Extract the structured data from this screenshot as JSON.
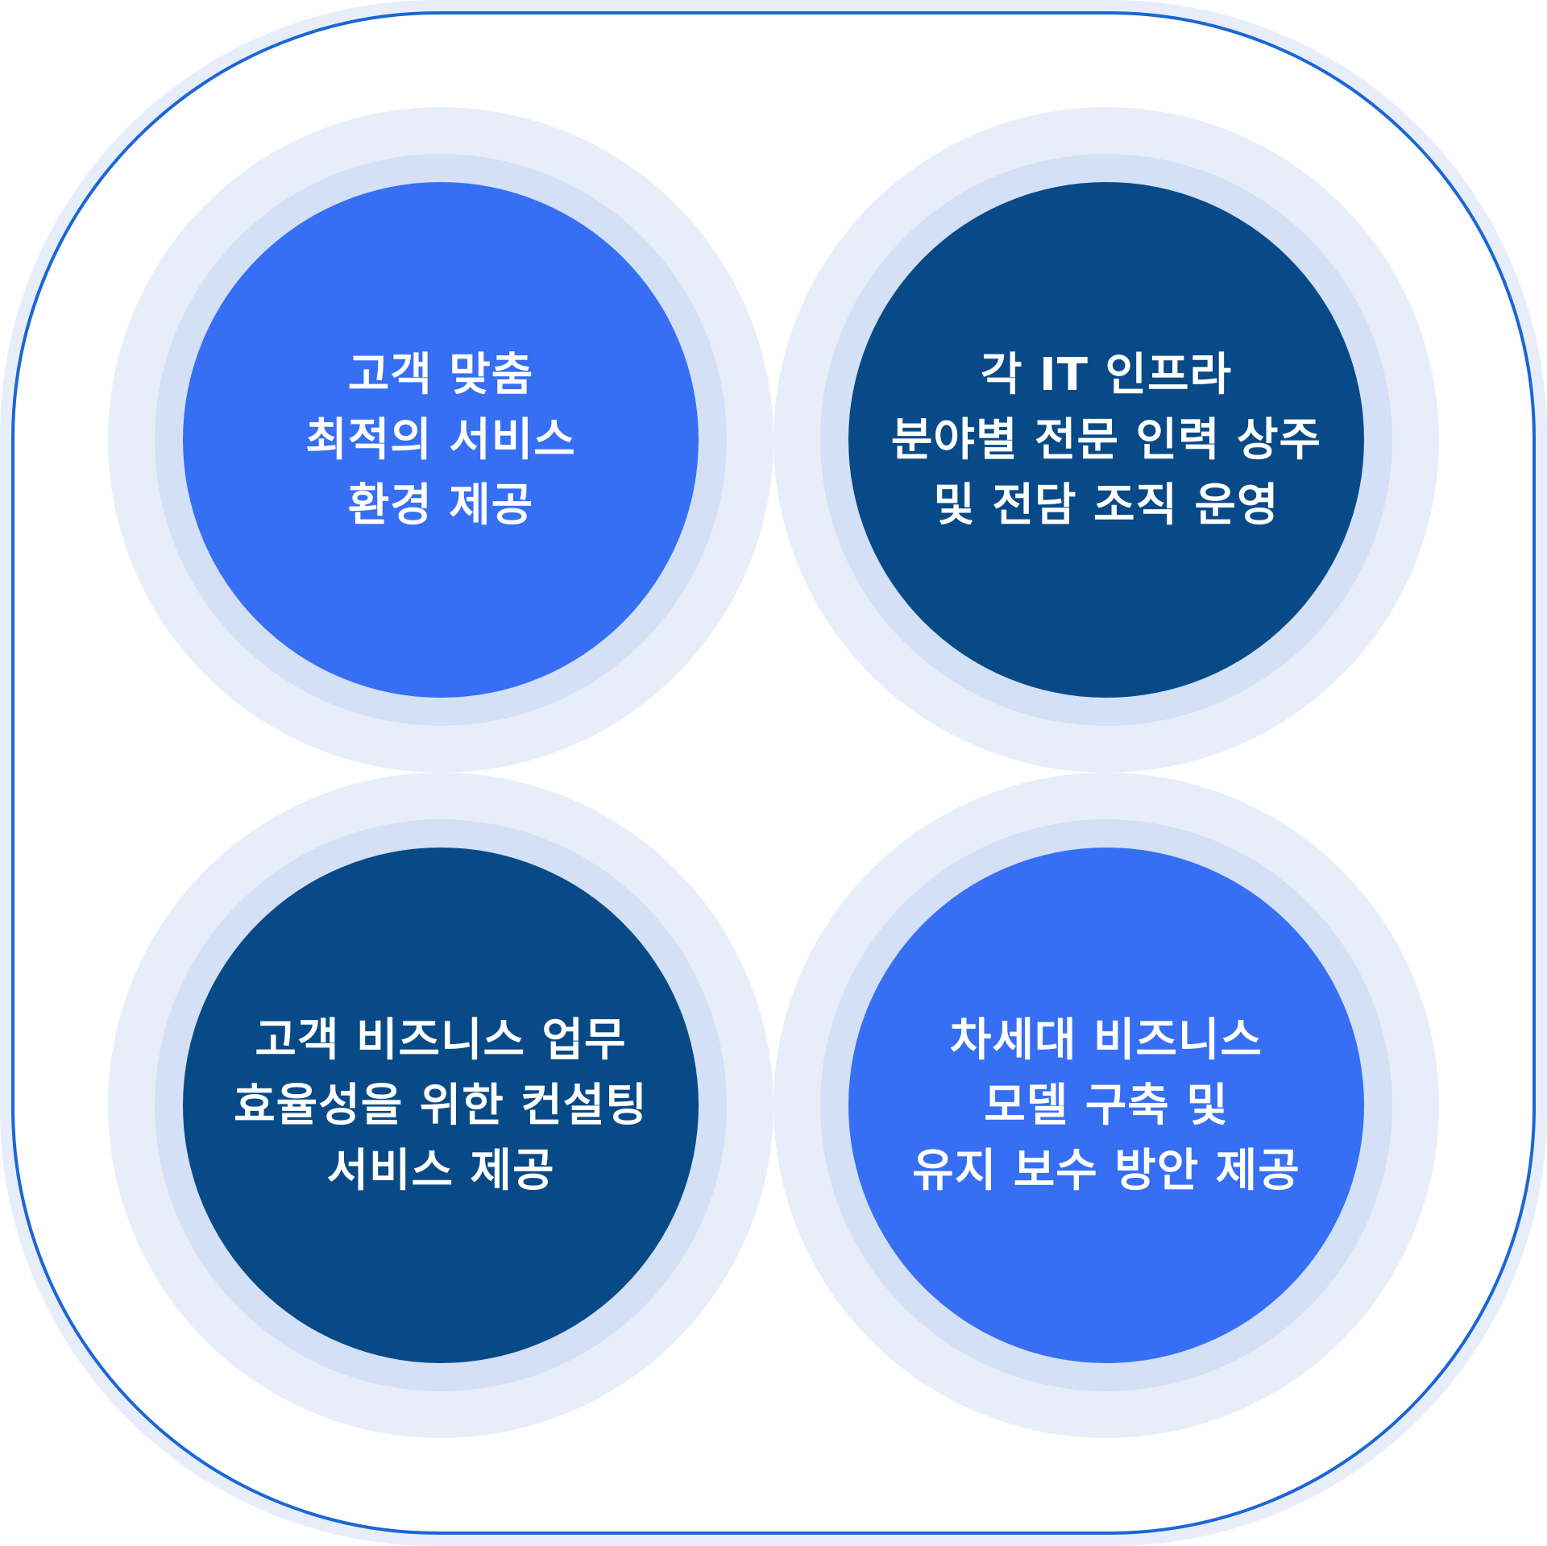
{
  "colors": {
    "frame_fill": "#e8eef9",
    "frame_border": "#1b66d6",
    "halo": "#e8eef9",
    "ring_soft": "#d3e0f5",
    "bright_fill": "#366ff4",
    "bright_ring": "#1b66d6",
    "navy_fill": "#084a88",
    "navy_ring": "#084a88",
    "text": "#ffffff"
  },
  "circles": [
    {
      "position": "top-left",
      "style": "bright",
      "lines": [
        "고객 맞춤",
        "최적의 서비스",
        "환경 제공"
      ]
    },
    {
      "position": "top-right",
      "style": "navy",
      "lines": [
        "각 IT 인프라",
        "분야별 전문 인력 상주",
        "및 전담 조직 운영"
      ]
    },
    {
      "position": "bottom-left",
      "style": "navy",
      "lines": [
        "고객 비즈니스 업무",
        "효율성을 위한 컨설팅",
        "서비스 제공"
      ]
    },
    {
      "position": "bottom-right",
      "style": "bright",
      "lines": [
        "차세대 비즈니스",
        "모델 구축 및",
        "유지 보수 방안 제공"
      ]
    }
  ]
}
